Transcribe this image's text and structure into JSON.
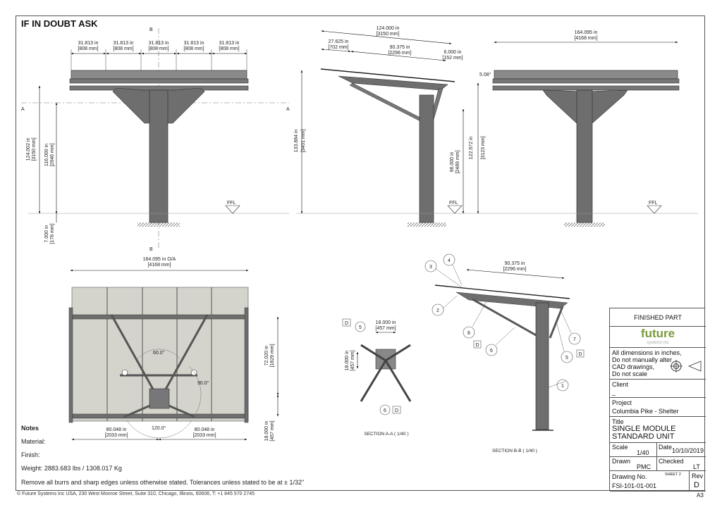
{
  "heading": "IF IN DOUBT ASK",
  "front_view": {
    "section_b": "B",
    "section_a": "A",
    "bay_dims": [
      {
        "in": "31.813 in",
        "mm": "[808 mm]"
      },
      {
        "in": "31.813 in",
        "mm": "[808 mm]"
      },
      {
        "in": "31.813 in",
        "mm": "[808 mm]"
      },
      {
        "in": "31.813 in",
        "mm": "[808 mm]"
      },
      {
        "in": "31.813 in",
        "mm": "[808 mm]"
      }
    ],
    "height_total": {
      "in": "124.002 in",
      "mm": "[3150 mm]"
    },
    "height_clear": {
      "in": "116.000 in",
      "mm": "[2946 mm]"
    },
    "footing": {
      "in": "7.000 in",
      "mm": "[178 mm]"
    },
    "ffl": "FFL"
  },
  "side_view": {
    "overall": {
      "in": "124.000 in",
      "mm": "[3150 mm]"
    },
    "overhang": {
      "in": "27.625 in",
      "mm": "[702 mm]"
    },
    "span": {
      "in": "90.375 in",
      "mm": "[2296 mm]"
    },
    "end": {
      "in": "6.000 in",
      "mm": "[152 mm]"
    },
    "angle": "5.08°",
    "height_total": {
      "in": "133.884 in",
      "mm": "[3401 mm]"
    },
    "height_bracket": {
      "in": "96.000 in",
      "mm": "[2489 mm]"
    },
    "height_low": {
      "in": "122.972 in",
      "mm": "[3123 mm]"
    },
    "ffl": "FFL"
  },
  "back_view": {
    "width": {
      "in": "164.095 in",
      "mm": "[4168 mm]"
    },
    "ffl": "FFL"
  },
  "plan_view": {
    "width": {
      "in": "164.095 in O/A",
      "mm": "[4168 mm]"
    },
    "depth": {
      "in": "72.020 in",
      "mm": "[1829 mm]"
    },
    "offset": {
      "in": "18.000 in",
      "mm": "[457 mm]"
    },
    "left": {
      "in": "80.048 in",
      "mm": "[2033 mm]"
    },
    "right": {
      "in": "80.048 in",
      "mm": "[2033 mm]"
    },
    "angle_top": "60.0°",
    "angle_side": "90.0°",
    "angle_bottom": "120.0°"
  },
  "section_aa": {
    "title": "SECTION A-A ( 1/40 )",
    "width": {
      "in": "18.000 in",
      "mm": "[457 mm]"
    },
    "height": {
      "in": "18.000 in",
      "mm": "[457 mm]"
    },
    "balloons": [
      "5",
      "6"
    ],
    "tag": "D"
  },
  "section_bb": {
    "title": "SECTION B-B ( 1/40 )",
    "span": {
      "in": "90.375 in",
      "mm": "[2296 mm]"
    },
    "balloons": [
      "1",
      "2",
      "3",
      "4",
      "5",
      "6",
      "7",
      "8"
    ],
    "tag": "D"
  },
  "notes": {
    "title": "Notes",
    "material": "Material:",
    "finish": "Finish:",
    "weight": "Weight: 2883.683 lbs / 1308.017 Kg",
    "tolerance": "Remove all burrs and sharp edges unless otherwise stated. Tolerances unless stated to be at ± 1/32\""
  },
  "footer": "© Future Systems Inc USA, 230 West Monroe Street, Suite 310, Chicago, Illinois, 60606, T: +1 845 570 2745",
  "title_block": {
    "finished_part": "FINISHED PART",
    "logo": "future",
    "logo_sub": "systems inc",
    "dims_note": [
      "All dimensions in inches,",
      "Do not manually alter",
      "CAD drawings,",
      "Do not scale"
    ],
    "client_label": "Client",
    "client": "_",
    "project_label": "Project",
    "project": "Columbia Pike - Shelter",
    "title_label": "Title",
    "title_1": "SINGLE MODULE",
    "title_2": "STANDARD UNIT",
    "scale_label": "Scale",
    "scale": "1/40",
    "date_label": "Date",
    "date": "10/10/2019",
    "drawn_label": "Drawn",
    "drawn": "PMC",
    "checked_label": "Checked",
    "checked": "LT",
    "drawing_no_label": "Drawing No.",
    "drawing_no": "FSI-101-01-001",
    "sheet": "SHEET 2",
    "rev_label": "Rev",
    "rev": "D",
    "paper": "A3"
  },
  "colors": {
    "steel": "#6e6e6e",
    "panel": "#d4d4cc",
    "logo": "#7a9a3a",
    "line": "#333333"
  }
}
